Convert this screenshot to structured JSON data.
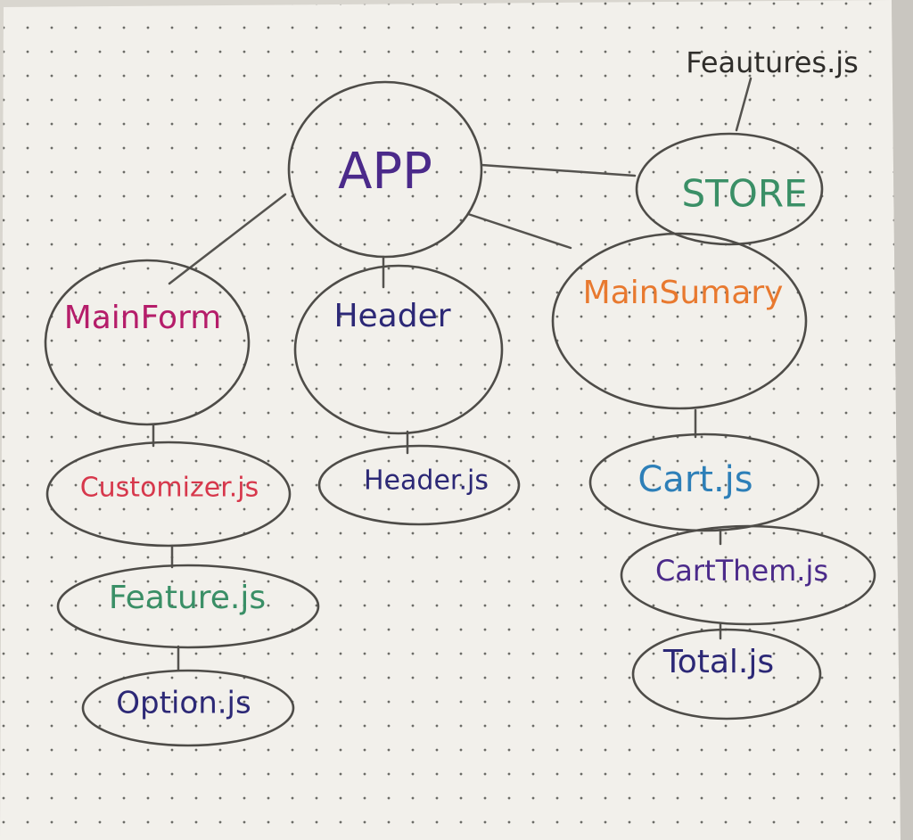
{
  "colors": {
    "paper": "#f2f0eb",
    "dot": "#6b6b66",
    "stroke": "#4e4c48",
    "purple": "#4b2a8a",
    "green": "#3a8f66",
    "orange": "#e8792f",
    "magenta": "#b51d6a",
    "red": "#d7384c",
    "blue": "#2d7fb8",
    "navy": "#2c2876"
  },
  "nodes": {
    "app": "APP",
    "store": "STORE",
    "features_note": "Feautures.js",
    "mainform": "MainForm",
    "header": "Header",
    "mainsummary": "MainSumary",
    "customizer": "Customizer.js",
    "feature": "Feature.js",
    "option": "Option.js",
    "header_js": "Header.js",
    "cart": "Cart.js",
    "cartitem": "CartThem.js",
    "total": "Total.js"
  }
}
